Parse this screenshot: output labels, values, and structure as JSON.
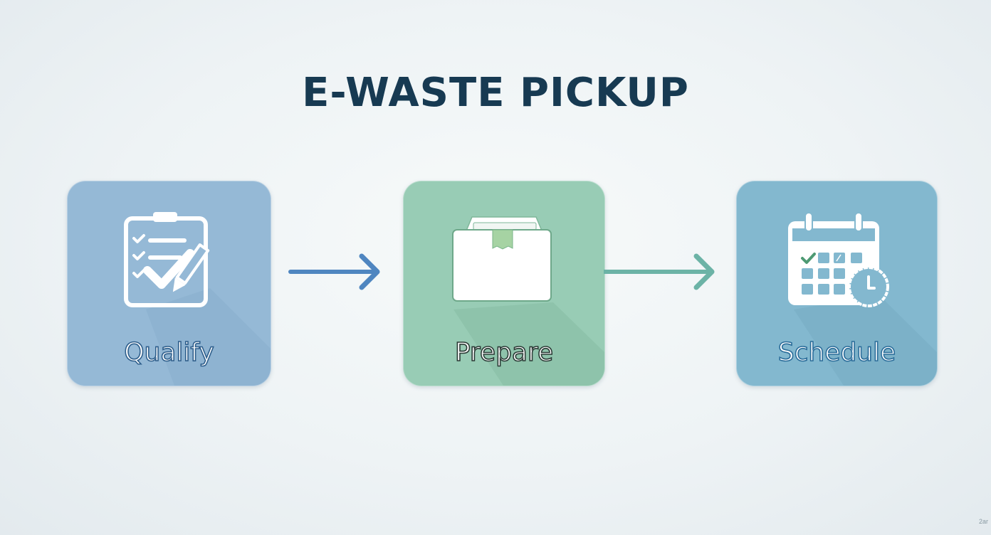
{
  "title": "E-WASTE PICKUP",
  "colors": {
    "title": "#173a52",
    "qualify_card": "#95b9d6",
    "prepare_card": "#98ccb5",
    "schedule_card": "#83b8cf",
    "arrow_1": "#4f86c0",
    "arrow_2": "#6cb3a6"
  },
  "steps": [
    {
      "label": "Qualify",
      "icon": "clipboard-checklist-pencil-icon"
    },
    {
      "label": "Prepare",
      "icon": "open-box-icon"
    },
    {
      "label": "Schedule",
      "icon": "calendar-clock-icon"
    }
  ],
  "connectors": [
    {
      "from": "Qualify",
      "to": "Prepare",
      "icon": "arrow-right-icon"
    },
    {
      "from": "Prepare",
      "to": "Schedule",
      "icon": "arrow-right-icon"
    }
  ],
  "watermark": "2ar"
}
